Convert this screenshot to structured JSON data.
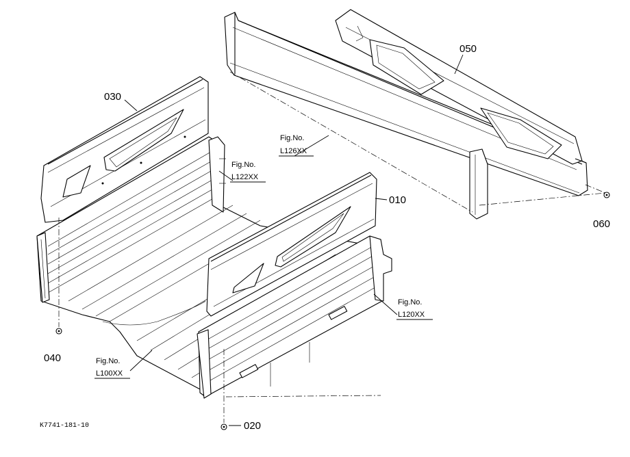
{
  "labels": {
    "p010": "010",
    "p020": "020",
    "p030": "030",
    "p040": "040",
    "p050": "050",
    "p060": "060"
  },
  "fig_refs": {
    "fig_prefix": "Fig.No.",
    "l126": "L126XX",
    "l122": "L122XX",
    "l120": "L120XX",
    "l100": "L100XX"
  },
  "drawing_code": "K7741-181-10"
}
